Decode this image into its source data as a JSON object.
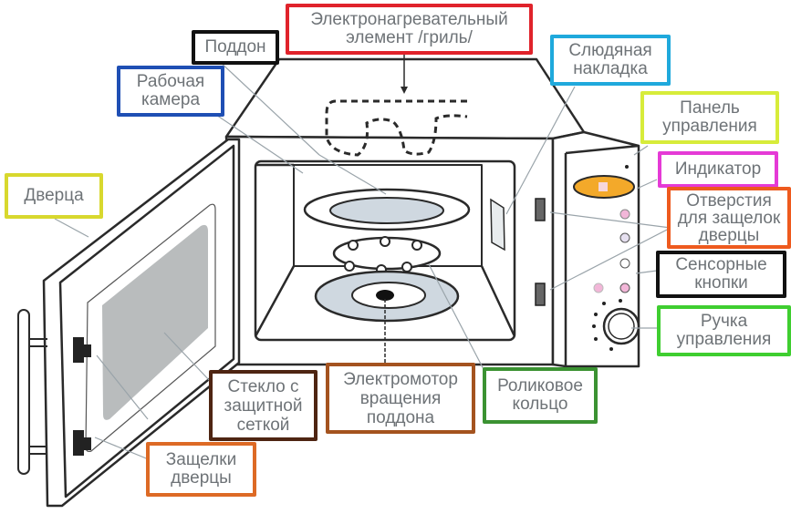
{
  "title": "Устройство микроволновой печи",
  "labels": {
    "grill": {
      "lines": [
        "Электронагревательный",
        "элемент /гриль/"
      ],
      "color": "#e0232b"
    },
    "tray": {
      "lines": [
        "Поддон"
      ],
      "color": "#111111"
    },
    "cavity": {
      "lines": [
        "Рабочая",
        "камера"
      ],
      "color": "#1f4fb4"
    },
    "mica": {
      "lines": [
        "Слюдяная",
        "накладка"
      ],
      "color": "#1fa9dc"
    },
    "panel": {
      "lines": [
        "Панель",
        "управления"
      ],
      "color": "#d7ec3a"
    },
    "indicator": {
      "lines": [
        "Индикатор"
      ],
      "color": "#e53ad6"
    },
    "latch_holes": {
      "lines": [
        "Отверстия",
        "для защелок",
        "дверцы"
      ],
      "color": "#ee5a1e"
    },
    "touch_buttons": {
      "lines": [
        "Сенсорные",
        "кнопки"
      ],
      "color": "#111111"
    },
    "knob": {
      "lines": [
        "Ручка",
        "управления"
      ],
      "color": "#3fce30"
    },
    "door": {
      "lines": [
        "Дверца"
      ],
      "color": "#d8d82e"
    },
    "glass": {
      "lines": [
        "Стекло с",
        "защитной",
        "сеткой"
      ],
      "color": "#4e2512"
    },
    "motor": {
      "lines": [
        "Электромотор",
        "вращения",
        "поддона"
      ],
      "color": "#a4531f"
    },
    "roller": {
      "lines": [
        "Роликовое",
        "кольцо"
      ],
      "color": "#3b9232"
    },
    "door_latches": {
      "lines": [
        "Защелки",
        "дверцы"
      ],
      "color": "#dd6a25"
    }
  },
  "illustration": {
    "indicator_color": "#f3a92a",
    "button_color": "#f2b6d8",
    "glass_color": "#b9bcbd",
    "plate_color": "#cfd8e0"
  }
}
